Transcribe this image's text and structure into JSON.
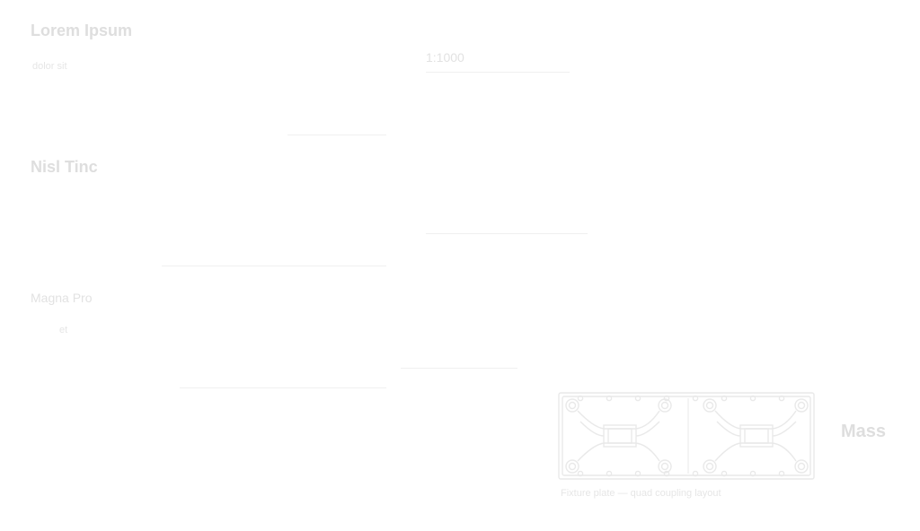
{
  "labels": {
    "block1_title": "Lorem Ipsum",
    "block1_sub": "dolor sit",
    "block2_title": "Nisl Tinc",
    "block3_title": "Magna Pro",
    "block3_sub": "et",
    "center_top": "1:1000",
    "panel_label": "Mass",
    "panel_caption": "Fixture plate — quad coupling layout"
  },
  "colors": {
    "stroke": "#e8e8e8",
    "faint": "#f0f0f0",
    "text": "#e4e4e4"
  }
}
